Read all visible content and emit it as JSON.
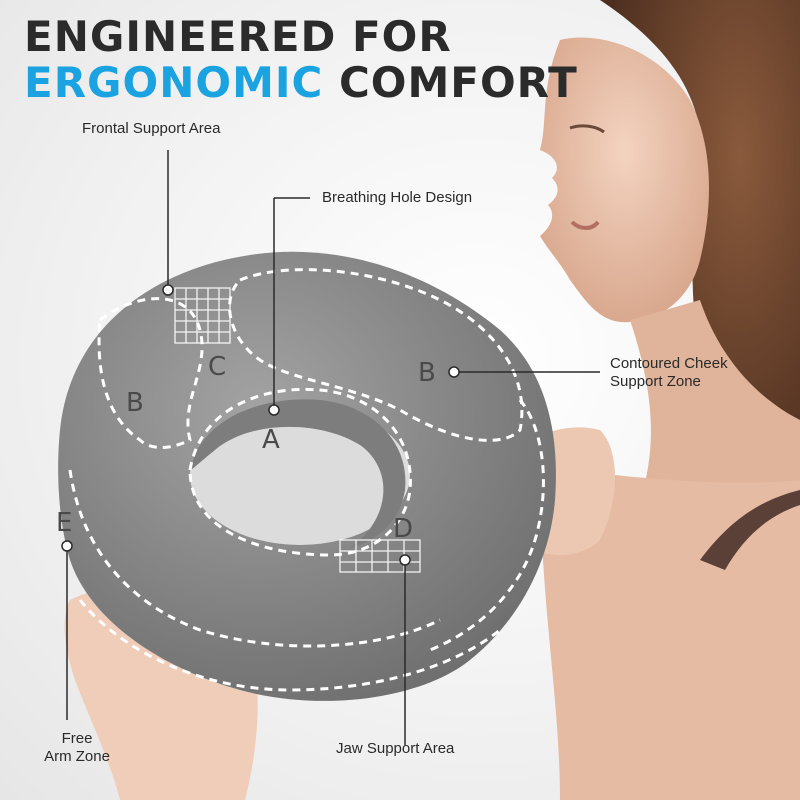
{
  "headline": {
    "line1": "ENGINEERED FOR",
    "line2_accent": "ERGONOMIC",
    "line2_rest": "COMFORT"
  },
  "callouts": {
    "frontal": "Frontal Support Area",
    "breathing": "Breathing Hole Design",
    "cheek_line1": "Contoured Cheek",
    "cheek_line2": "Support Zone",
    "arm_line1": "Free",
    "arm_line2": "Arm Zone",
    "jaw": "Jaw Support Area"
  },
  "zones": {
    "a": "A",
    "b_left": "B",
    "b_right": "B",
    "c": "C",
    "d": "D",
    "e": "E"
  },
  "colors": {
    "accent": "#1aa3e0",
    "text_dark": "#2b2b2b",
    "pillow_gray": "#8c8c8c",
    "skin": "#e9c3ad"
  }
}
